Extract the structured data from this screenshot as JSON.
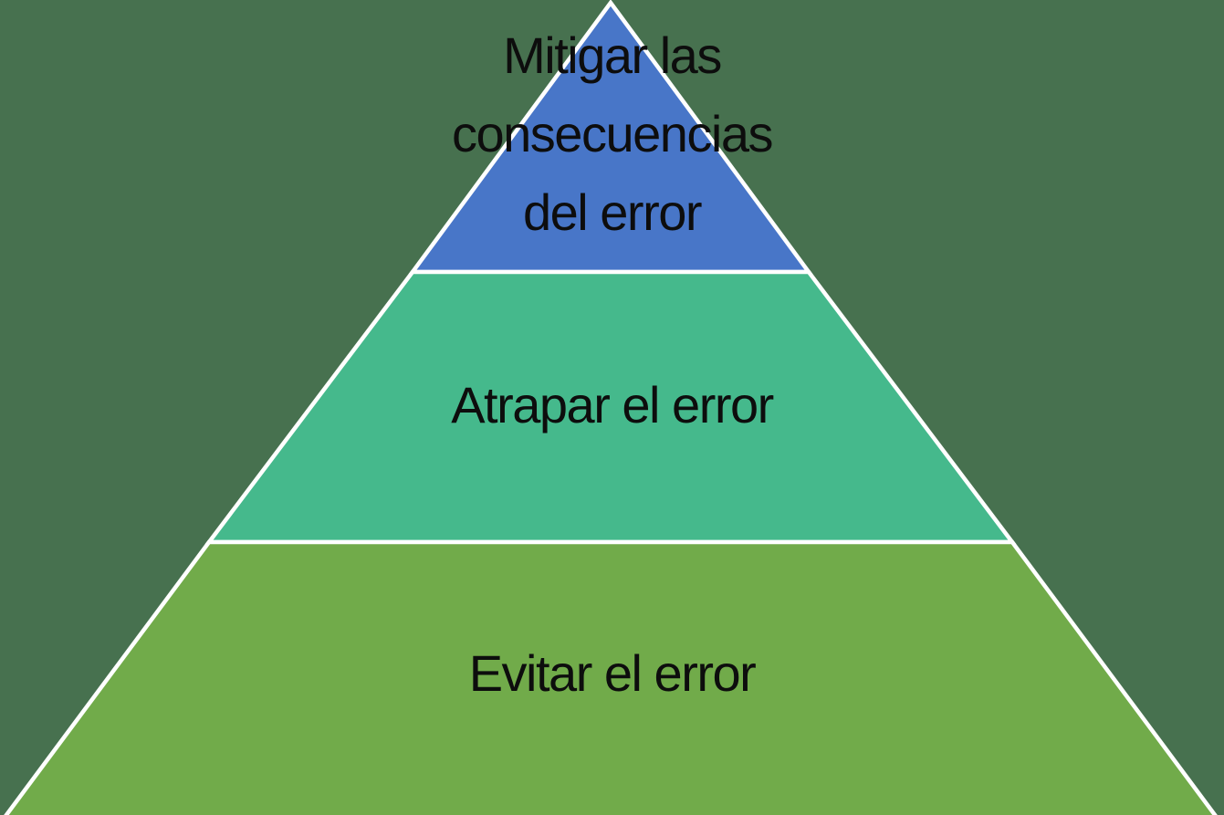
{
  "background_color": "#47714F",
  "outline_color": "#FFFFFF",
  "text_color": "#0D0D0D",
  "diagram": {
    "type": "pyramid",
    "title": "",
    "levels": [
      {
        "name": "top",
        "shape": "triangle",
        "color": "#4876C8",
        "label": "Mitigar las consecuencias del error",
        "lines": [
          "Mitigar las",
          "consecuencias",
          "del error"
        ]
      },
      {
        "name": "middle",
        "shape": "trapezoid",
        "color": "#45B98C",
        "label": "Atrapar el error"
      },
      {
        "name": "bottom",
        "shape": "trapezoid",
        "color": "#71AB4A",
        "label": "Evitar el error"
      }
    ]
  }
}
